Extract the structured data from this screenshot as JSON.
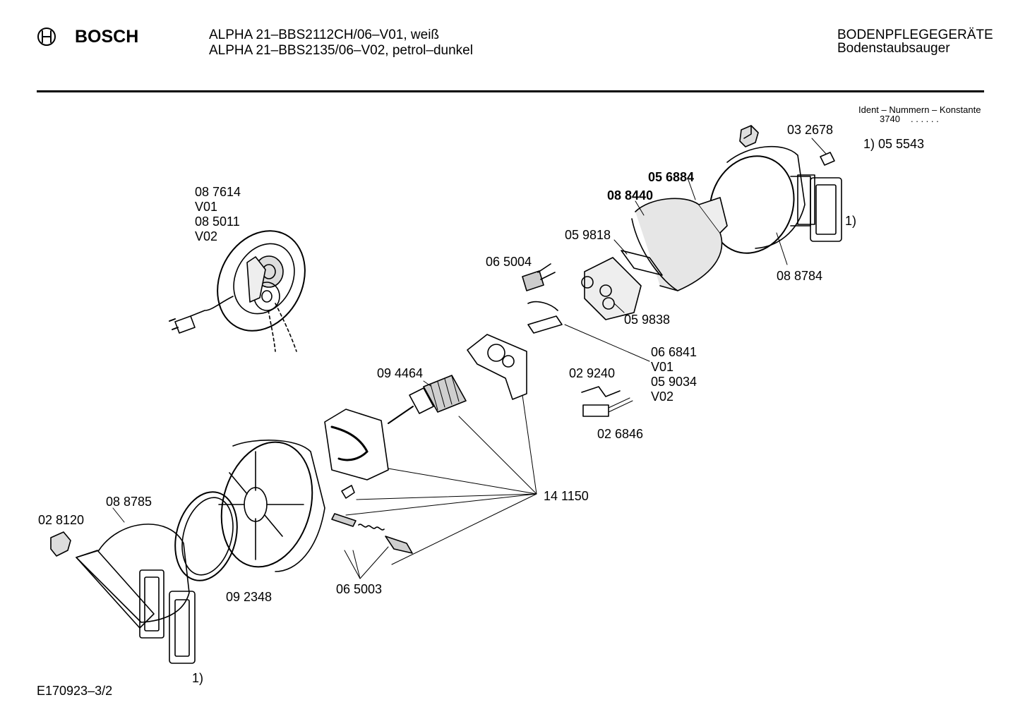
{
  "header": {
    "brand": "BOSCH",
    "model_line_1": "ALPHA 21–BBS2112CH/06–V01, weiß",
    "model_line_2": "ALPHA 21–BBS2135/06–V02, petrol–dunkel",
    "category": "BODENPFLEGEGERÄTE",
    "subcategory": "Bodenstaubsauger"
  },
  "ident": {
    "title": "Ident – Nummern – Konstante",
    "code": "3740",
    "dots": ". .   . . . .",
    "footnote": "1)  05 5543"
  },
  "labels": {
    "p032678": "03 2678",
    "p056884": "05 6884",
    "p088440": "08 8440",
    "fn_right": "1)",
    "p059818": "05 9818",
    "p088784": "08 8784",
    "p065004": "06 5004",
    "p059838": "05 9838",
    "cord_1": "08 7614",
    "cord_2": "V01",
    "cord_3": "08 5011",
    "cord_4": "V02",
    "p066841_1": "06 6841",
    "p066841_2": "V01",
    "p066841_3": "05 9034",
    "p066841_4": "V02",
    "p094464": "09 4464",
    "p029240": "02 9240",
    "p026846": "02 6846",
    "p141150": "14 1150",
    "p088785": "08 8785",
    "p028120": "02 8120",
    "p092348": "09 2348",
    "p065003": "06 5003",
    "fn_bottom": "1)"
  },
  "footer": {
    "doc_id": "E170923–3/2"
  }
}
